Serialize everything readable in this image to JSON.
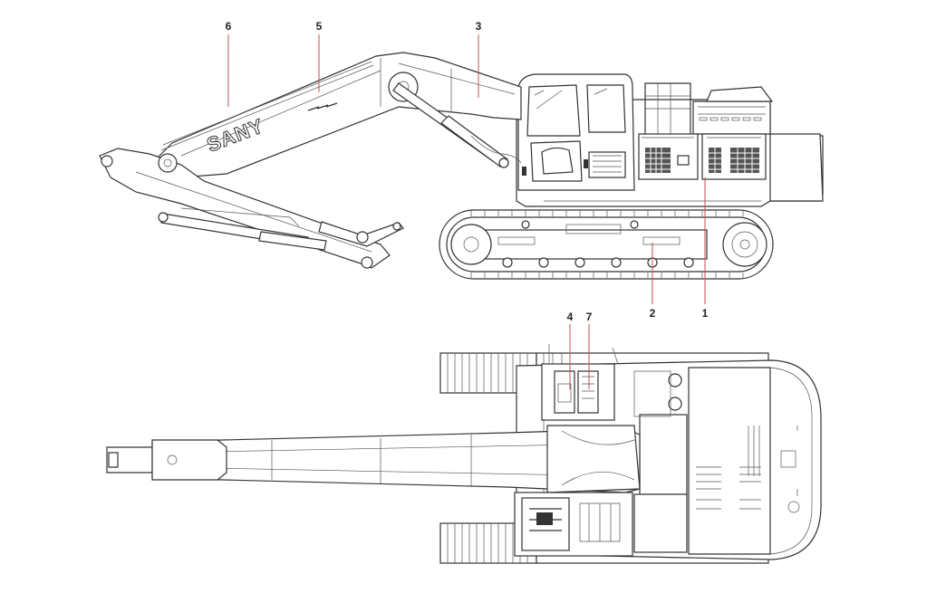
{
  "diagram": {
    "brand_text": "SANY",
    "side_view_callouts": [
      {
        "id": "callout-6",
        "label": "6"
      },
      {
        "id": "callout-5",
        "label": "5"
      },
      {
        "id": "callout-3",
        "label": "3"
      },
      {
        "id": "callout-2",
        "label": "2"
      },
      {
        "id": "callout-1",
        "label": "1"
      }
    ],
    "top_view_callouts": [
      {
        "id": "callout-4",
        "label": "4"
      },
      {
        "id": "callout-7",
        "label": "7"
      }
    ],
    "colors": {
      "line": "#333333",
      "leader": "#c0504d",
      "background": "#ffffff"
    }
  }
}
